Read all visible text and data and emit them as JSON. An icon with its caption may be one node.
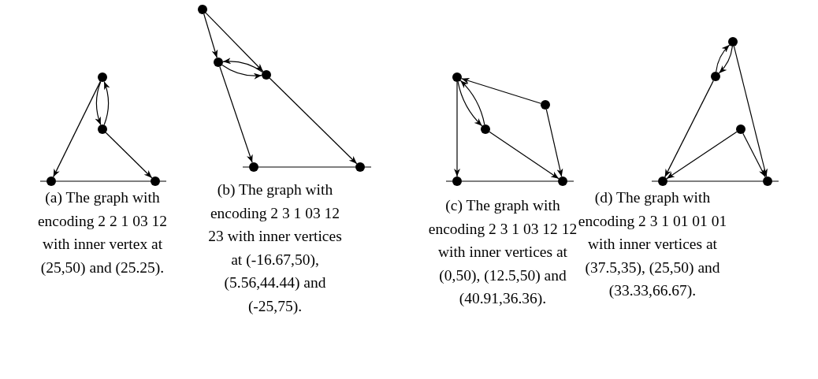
{
  "diagram": {
    "nodes": [
      {
        "text": [],
        "shape": "circle"
      },
      {
        "text": [],
        "shape": "circle"
      },
      {
        "text": [],
        "shape": "circle"
      },
      {
        "text": [],
        "shape": "circle"
      },
      {
        "text": [],
        "shape": "circle"
      },
      {
        "text": [],
        "shape": "circle"
      },
      {
        "text": [],
        "shape": "circle"
      },
      {
        "text": [],
        "shape": "circle"
      },
      {
        "text": [],
        "shape": "circle"
      },
      {
        "text": [],
        "shape": "circle"
      },
      {
        "text": [],
        "shape": "circle"
      },
      {
        "text": [],
        "shape": "circle"
      },
      {
        "text": [],
        "shape": "circle"
      },
      {
        "text": [],
        "shape": "circle"
      },
      {
        "text": [],
        "shape": "circle"
      },
      {
        "text": [],
        "shape": "circle"
      },
      {
        "text": [],
        "shape": "circle"
      },
      {
        "text": [],
        "shape": "circle"
      },
      {
        "text": [],
        "shape": "circle"
      }
    ],
    "edges": [
      {
        "from": 0,
        "to": 2,
        "arrow": "to"
      },
      {
        "from": 0,
        "to": 1,
        "arrow": "to"
      },
      {
        "from": 1,
        "to": 0,
        "arrow": "to"
      },
      {
        "from": 1,
        "to": 3,
        "arrow": "to"
      },
      {
        "from": 2,
        "to": 3,
        "arrow": "none"
      },
      {
        "from": 4,
        "to": 5,
        "arrow": "to"
      },
      {
        "from": 4,
        "to": 6,
        "arrow": "to"
      },
      {
        "from": 5,
        "to": 6,
        "arrow": "to"
      },
      {
        "from": 6,
        "to": 5,
        "arrow": "to"
      },
      {
        "from": 5,
        "to": 7,
        "arrow": "to"
      },
      {
        "from": 6,
        "to": 8,
        "arrow": "to"
      },
      {
        "from": 7,
        "to": 8,
        "arrow": "none"
      },
      {
        "from": 9,
        "to": 12,
        "arrow": "to"
      },
      {
        "from": 9,
        "to": 10,
        "arrow": "to"
      },
      {
        "from": 10,
        "to": 9,
        "arrow": "to"
      },
      {
        "from": 11,
        "to": 9,
        "arrow": "to"
      },
      {
        "from": 11,
        "to": 13,
        "arrow": "to"
      },
      {
        "from": 10,
        "to": 13,
        "arrow": "to"
      },
      {
        "from": 12,
        "to": 13,
        "arrow": "none"
      },
      {
        "from": 15,
        "to": 14,
        "arrow": "to"
      },
      {
        "from": 14,
        "to": 15,
        "arrow": "to"
      },
      {
        "from": 15,
        "to": 17,
        "arrow": "to"
      },
      {
        "from": 14,
        "to": 18,
        "arrow": "to"
      },
      {
        "from": 16,
        "to": 17,
        "arrow": "to"
      },
      {
        "from": 16,
        "to": 18,
        "arrow": "to"
      },
      {
        "from": 17,
        "to": 18,
        "arrow": "none"
      }
    ],
    "labels": [
      "(a) The graph with encoding 2 2 1 03 12 with inner vertex at (25,50) and (25.25).",
      "(b) The graph with encoding 2 3 1 03 12 23 with inner vertices at (-16.67,50), (5.56,44.44) and (-25,75).",
      "(c) The graph with encoding 2 3 1 03 12 12 with inner vertices at (0,50), (12.5,50) and (40.91,36.36).",
      "(d) The graph with encoding 2 3 1 01 01 01 with inner vertices at (37.5,35), (25,50) and (33.33,66.67)."
    ]
  }
}
